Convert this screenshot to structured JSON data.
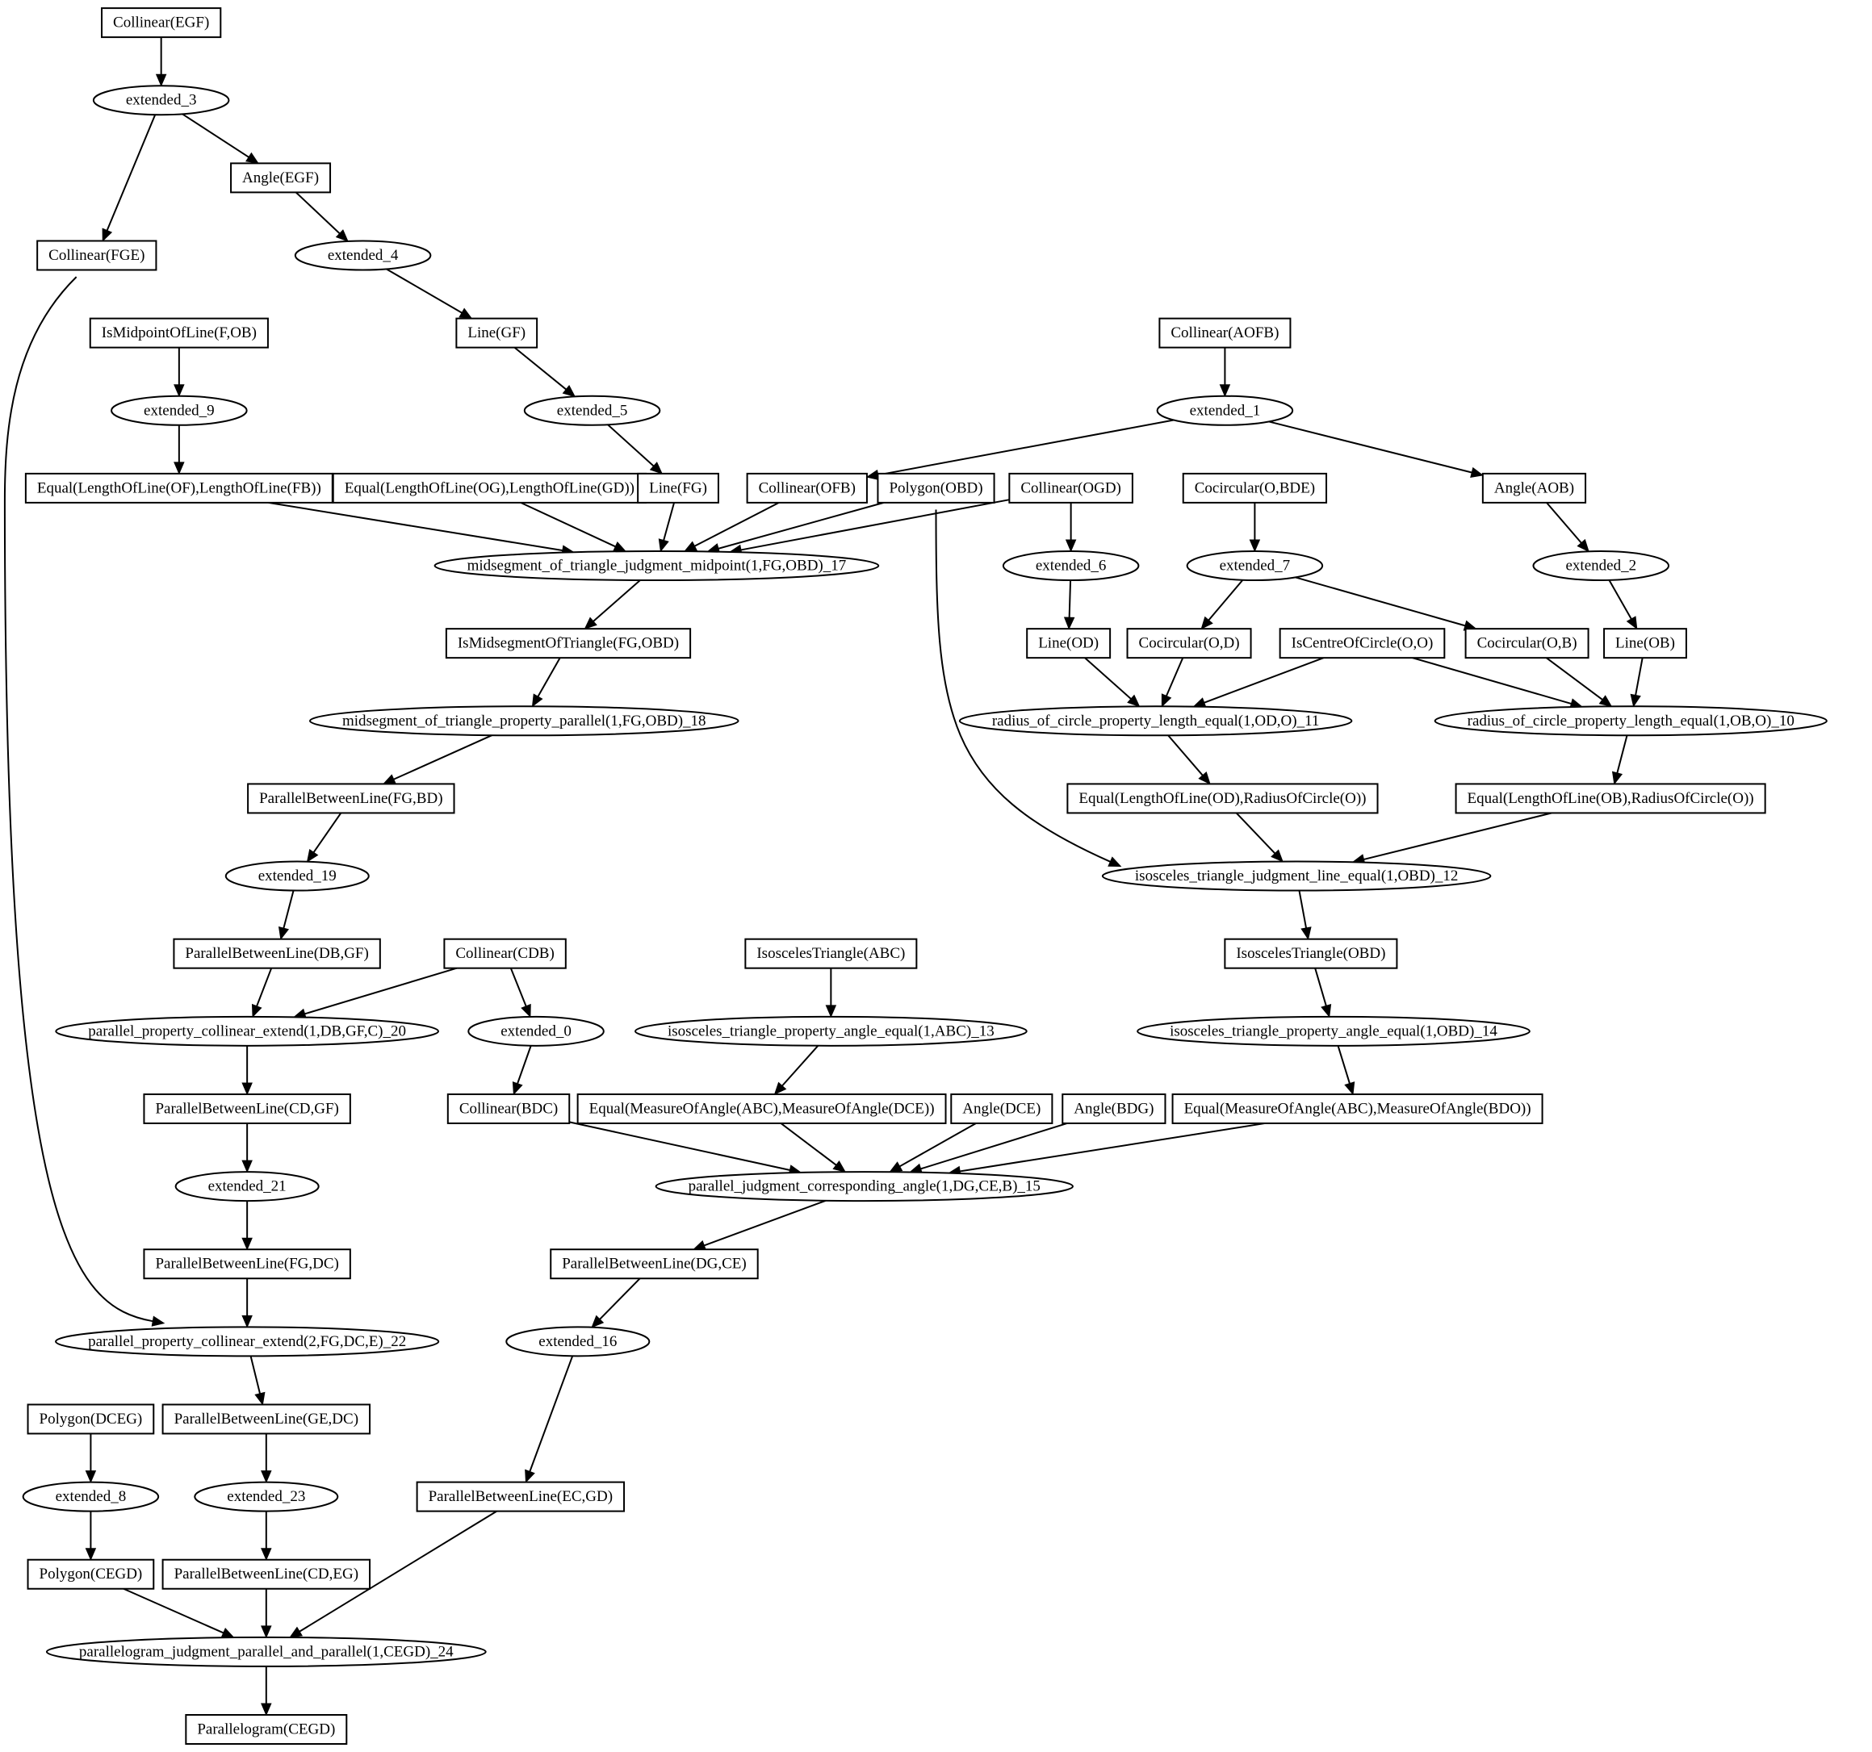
{
  "diagram": {
    "nodes": [
      {
        "id": "n_collinear_egf",
        "label": "Collinear(EGF)",
        "shape": "box"
      },
      {
        "id": "n_ext3",
        "label": "extended_3",
        "shape": "ellipse"
      },
      {
        "id": "n_angle_egf",
        "label": "Angle(EGF)",
        "shape": "box"
      },
      {
        "id": "n_collinear_fge",
        "label": "Collinear(FGE)",
        "shape": "box"
      },
      {
        "id": "n_ext4",
        "label": "extended_4",
        "shape": "ellipse"
      },
      {
        "id": "n_line_gf",
        "label": "Line(GF)",
        "shape": "box"
      },
      {
        "id": "n_ismid_f_ob",
        "label": "IsMidpointOfLine(F,OB)",
        "shape": "box"
      },
      {
        "id": "n_collinear_aofb",
        "label": "Collinear(AOFB)",
        "shape": "box"
      },
      {
        "id": "n_ext9",
        "label": "extended_9",
        "shape": "ellipse"
      },
      {
        "id": "n_ext5",
        "label": "extended_5",
        "shape": "ellipse"
      },
      {
        "id": "n_ext1",
        "label": "extended_1",
        "shape": "ellipse"
      },
      {
        "id": "n_eq_of_fb",
        "label": "Equal(LengthOfLine(OF),LengthOfLine(FB))",
        "shape": "box"
      },
      {
        "id": "n_eq_og_gd",
        "label": "Equal(LengthOfLine(OG),LengthOfLine(GD))",
        "shape": "box"
      },
      {
        "id": "n_line_fg",
        "label": "Line(FG)",
        "shape": "box"
      },
      {
        "id": "n_collinear_ofb",
        "label": "Collinear(OFB)",
        "shape": "box"
      },
      {
        "id": "n_polygon_obd",
        "label": "Polygon(OBD)",
        "shape": "box"
      },
      {
        "id": "n_collinear_ogd",
        "label": "Collinear(OGD)",
        "shape": "box"
      },
      {
        "id": "n_cocircular_obde",
        "label": "Cocircular(O,BDE)",
        "shape": "box"
      },
      {
        "id": "n_angle_aob",
        "label": "Angle(AOB)",
        "shape": "box"
      },
      {
        "id": "n_midseg_judg",
        "label": "midsegment_of_triangle_judgment_midpoint(1,FG,OBD)_17",
        "shape": "ellipse"
      },
      {
        "id": "n_ext6",
        "label": "extended_6",
        "shape": "ellipse"
      },
      {
        "id": "n_ext7",
        "label": "extended_7",
        "shape": "ellipse"
      },
      {
        "id": "n_ext2",
        "label": "extended_2",
        "shape": "ellipse"
      },
      {
        "id": "n_ismidseg",
        "label": "IsMidsegmentOfTriangle(FG,OBD)",
        "shape": "box"
      },
      {
        "id": "n_line_od",
        "label": "Line(OD)",
        "shape": "box"
      },
      {
        "id": "n_cocircular_od",
        "label": "Cocircular(O,D)",
        "shape": "box"
      },
      {
        "id": "n_iscentre",
        "label": "IsCentreOfCircle(O,O)",
        "shape": "box"
      },
      {
        "id": "n_cocircular_ob",
        "label": "Cocircular(O,B)",
        "shape": "box"
      },
      {
        "id": "n_line_ob",
        "label": "Line(OB)",
        "shape": "box"
      },
      {
        "id": "n_midseg_prop",
        "label": "midsegment_of_triangle_property_parallel(1,FG,OBD)_18",
        "shape": "ellipse"
      },
      {
        "id": "n_radius_11",
        "label": "radius_of_circle_property_length_equal(1,OD,O)_11",
        "shape": "ellipse"
      },
      {
        "id": "n_radius_10",
        "label": "radius_of_circle_property_length_equal(1,OB,O)_10",
        "shape": "ellipse"
      },
      {
        "id": "n_par_fg_bd",
        "label": "ParallelBetweenLine(FG,BD)",
        "shape": "box"
      },
      {
        "id": "n_eq_od_r",
        "label": "Equal(LengthOfLine(OD),RadiusOfCircle(O))",
        "shape": "box"
      },
      {
        "id": "n_eq_ob_r",
        "label": "Equal(LengthOfLine(OB),RadiusOfCircle(O))",
        "shape": "box"
      },
      {
        "id": "n_ext19",
        "label": "extended_19",
        "shape": "ellipse"
      },
      {
        "id": "n_iso_judg",
        "label": "isosceles_triangle_judgment_line_equal(1,OBD)_12",
        "shape": "ellipse"
      },
      {
        "id": "n_par_db_gf",
        "label": "ParallelBetweenLine(DB,GF)",
        "shape": "box"
      },
      {
        "id": "n_collinear_cdb",
        "label": "Collinear(CDB)",
        "shape": "box"
      },
      {
        "id": "n_isotri_abc",
        "label": "IsoscelesTriangle(ABC)",
        "shape": "box"
      },
      {
        "id": "n_isotri_obd",
        "label": "IsoscelesTriangle(OBD)",
        "shape": "box"
      },
      {
        "id": "n_par_coll_20",
        "label": "parallel_property_collinear_extend(1,DB,GF,C)_20",
        "shape": "ellipse"
      },
      {
        "id": "n_ext0",
        "label": "extended_0",
        "shape": "ellipse"
      },
      {
        "id": "n_iso_prop_13",
        "label": "isosceles_triangle_property_angle_equal(1,ABC)_13",
        "shape": "ellipse"
      },
      {
        "id": "n_iso_prop_14",
        "label": "isosceles_triangle_property_angle_equal(1,OBD)_14",
        "shape": "ellipse"
      },
      {
        "id": "n_par_cd_gf",
        "label": "ParallelBetweenLine(CD,GF)",
        "shape": "box"
      },
      {
        "id": "n_collinear_bdc",
        "label": "Collinear(BDC)",
        "shape": "box"
      },
      {
        "id": "n_eq_abc_dce",
        "label": "Equal(MeasureOfAngle(ABC),MeasureOfAngle(DCE))",
        "shape": "box"
      },
      {
        "id": "n_angle_dce",
        "label": "Angle(DCE)",
        "shape": "box"
      },
      {
        "id": "n_angle_bdg",
        "label": "Angle(BDG)",
        "shape": "box"
      },
      {
        "id": "n_eq_abc_bdo",
        "label": "Equal(MeasureOfAngle(ABC),MeasureOfAngle(BDO))",
        "shape": "box"
      },
      {
        "id": "n_ext21",
        "label": "extended_21",
        "shape": "ellipse"
      },
      {
        "id": "n_par_judg_15",
        "label": "parallel_judgment_corresponding_angle(1,DG,CE,B)_15",
        "shape": "ellipse"
      },
      {
        "id": "n_par_fg_dc",
        "label": "ParallelBetweenLine(FG,DC)",
        "shape": "box"
      },
      {
        "id": "n_par_dg_ce",
        "label": "ParallelBetweenLine(DG,CE)",
        "shape": "box"
      },
      {
        "id": "n_par_coll_22",
        "label": "parallel_property_collinear_extend(2,FG,DC,E)_22",
        "shape": "ellipse"
      },
      {
        "id": "n_ext16",
        "label": "extended_16",
        "shape": "ellipse"
      },
      {
        "id": "n_polygon_dceg",
        "label": "Polygon(DCEG)",
        "shape": "box"
      },
      {
        "id": "n_par_ge_dc",
        "label": "ParallelBetweenLine(GE,DC)",
        "shape": "box"
      },
      {
        "id": "n_ext8",
        "label": "extended_8",
        "shape": "ellipse"
      },
      {
        "id": "n_ext23",
        "label": "extended_23",
        "shape": "ellipse"
      },
      {
        "id": "n_par_ec_gd",
        "label": "ParallelBetweenLine(EC,GD)",
        "shape": "box"
      },
      {
        "id": "n_polygon_cegd",
        "label": "Polygon(CEGD)",
        "shape": "box"
      },
      {
        "id": "n_par_cd_eg",
        "label": "ParallelBetweenLine(CD,EG)",
        "shape": "box"
      },
      {
        "id": "n_pgram_judg",
        "label": "parallelogram_judgment_parallel_and_parallel(1,CEGD)_24",
        "shape": "ellipse"
      },
      {
        "id": "n_pgram_cegd",
        "label": "Parallelogram(CEGD)",
        "shape": "box"
      }
    ],
    "edges": [
      [
        "n_collinear_egf",
        "n_ext3"
      ],
      [
        "n_ext3",
        "n_collinear_fge"
      ],
      [
        "n_ext3",
        "n_angle_egf"
      ],
      [
        "n_angle_egf",
        "n_ext4"
      ],
      [
        "n_ext4",
        "n_line_gf"
      ],
      [
        "n_line_gf",
        "n_ext5"
      ],
      [
        "n_ext5",
        "n_line_fg"
      ],
      [
        "n_ismid_f_ob",
        "n_ext9"
      ],
      [
        "n_ext9",
        "n_eq_of_fb"
      ],
      [
        "n_collinear_aofb",
        "n_ext1"
      ],
      [
        "n_ext1",
        "n_collinear_ofb"
      ],
      [
        "n_ext1",
        "n_angle_aob"
      ],
      [
        "n_eq_of_fb",
        "n_midseg_judg"
      ],
      [
        "n_eq_og_gd",
        "n_midseg_judg"
      ],
      [
        "n_line_fg",
        "n_midseg_judg"
      ],
      [
        "n_collinear_ofb",
        "n_midseg_judg"
      ],
      [
        "n_polygon_obd",
        "n_midseg_judg"
      ],
      [
        "n_collinear_ogd",
        "n_midseg_judg"
      ],
      [
        "n_midseg_judg",
        "n_ismidseg"
      ],
      [
        "n_ismidseg",
        "n_midseg_prop"
      ],
      [
        "n_midseg_prop",
        "n_par_fg_bd"
      ],
      [
        "n_par_fg_bd",
        "n_ext19"
      ],
      [
        "n_ext19",
        "n_par_db_gf"
      ],
      [
        "n_par_db_gf",
        "n_par_coll_20"
      ],
      [
        "n_collinear_cdb",
        "n_par_coll_20"
      ],
      [
        "n_collinear_cdb",
        "n_ext0"
      ],
      [
        "n_par_coll_20",
        "n_par_cd_gf"
      ],
      [
        "n_par_cd_gf",
        "n_ext21"
      ],
      [
        "n_ext21",
        "n_par_fg_dc"
      ],
      [
        "n_par_fg_dc",
        "n_par_coll_22"
      ],
      [
        "n_collinear_fge",
        "n_par_coll_22"
      ],
      [
        "n_par_coll_22",
        "n_par_ge_dc"
      ],
      [
        "n_par_ge_dc",
        "n_ext23"
      ],
      [
        "n_ext23",
        "n_par_cd_eg"
      ],
      [
        "n_polygon_dceg",
        "n_ext8"
      ],
      [
        "n_ext8",
        "n_polygon_cegd"
      ],
      [
        "n_polygon_cegd",
        "n_pgram_judg"
      ],
      [
        "n_par_cd_eg",
        "n_pgram_judg"
      ],
      [
        "n_par_ec_gd",
        "n_pgram_judg"
      ],
      [
        "n_pgram_judg",
        "n_pgram_cegd"
      ],
      [
        "n_collinear_ogd",
        "n_ext6"
      ],
      [
        "n_ext6",
        "n_line_od"
      ],
      [
        "n_cocircular_obde",
        "n_ext7"
      ],
      [
        "n_ext7",
        "n_cocircular_od"
      ],
      [
        "n_ext7",
        "n_cocircular_ob"
      ],
      [
        "n_angle_aob",
        "n_ext2"
      ],
      [
        "n_ext2",
        "n_line_ob"
      ],
      [
        "n_line_od",
        "n_radius_11"
      ],
      [
        "n_cocircular_od",
        "n_radius_11"
      ],
      [
        "n_iscentre",
        "n_radius_11"
      ],
      [
        "n_iscentre",
        "n_radius_10"
      ],
      [
        "n_cocircular_ob",
        "n_radius_10"
      ],
      [
        "n_line_ob",
        "n_radius_10"
      ],
      [
        "n_radius_11",
        "n_eq_od_r"
      ],
      [
        "n_radius_10",
        "n_eq_ob_r"
      ],
      [
        "n_polygon_obd",
        "n_iso_judg"
      ],
      [
        "n_eq_od_r",
        "n_iso_judg"
      ],
      [
        "n_eq_ob_r",
        "n_iso_judg"
      ],
      [
        "n_iso_judg",
        "n_isotri_obd"
      ],
      [
        "n_isotri_obd",
        "n_iso_prop_14"
      ],
      [
        "n_iso_prop_14",
        "n_eq_abc_bdo"
      ],
      [
        "n_isotri_abc",
        "n_iso_prop_13"
      ],
      [
        "n_iso_prop_13",
        "n_eq_abc_dce"
      ],
      [
        "n_ext0",
        "n_collinear_bdc"
      ],
      [
        "n_collinear_bdc",
        "n_par_judg_15"
      ],
      [
        "n_eq_abc_dce",
        "n_par_judg_15"
      ],
      [
        "n_angle_dce",
        "n_par_judg_15"
      ],
      [
        "n_angle_bdg",
        "n_par_judg_15"
      ],
      [
        "n_eq_abc_bdo",
        "n_par_judg_15"
      ],
      [
        "n_par_judg_15",
        "n_par_dg_ce"
      ],
      [
        "n_par_dg_ce",
        "n_ext16"
      ],
      [
        "n_ext16",
        "n_par_ec_gd"
      ]
    ]
  }
}
